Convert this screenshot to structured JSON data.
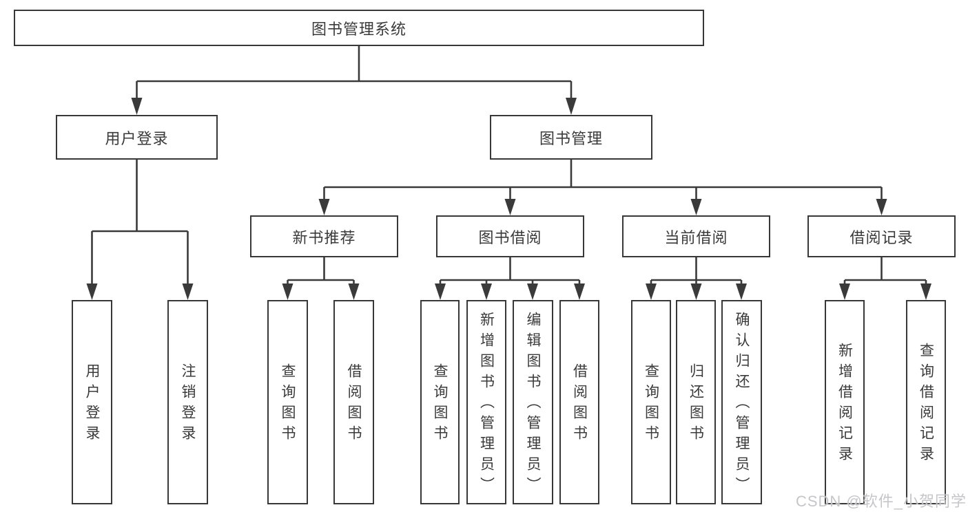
{
  "diagram": {
    "title": "图书管理系统",
    "colors": {
      "background": "#ffffff",
      "line": "#3a3a3a",
      "box_border": "#373737",
      "box_fill": "#ffffff",
      "text": "#3a3a3a",
      "watermark": "#c1c1c4"
    },
    "nodes": {
      "root": "图书管理系统",
      "user_login": "用户登录",
      "book_mgmt": "图书管理",
      "new_book_rec": "新书推荐",
      "book_borrow": "图书借阅",
      "current_borrow": "当前借阅",
      "borrow_records": "借阅记录",
      "leaf_user_login": "用户登录",
      "leaf_logout": "注销登录",
      "leaf_nb_query": "查询图书",
      "leaf_nb_borrow": "借阅图书",
      "leaf_bb_query": "查询图书",
      "leaf_bb_add": "新增图书（管理员）",
      "leaf_bb_edit": "编辑图书（管理员）",
      "leaf_bb_borrow": "借阅图书",
      "leaf_cb_query": "查询图书",
      "leaf_cb_return": "归还图书",
      "leaf_cb_confirm": "确认归还（管理员）",
      "leaf_br_add": "新增借阅记录",
      "leaf_br_query": "查询借阅记录"
    },
    "edges": [
      [
        "root",
        "user_login"
      ],
      [
        "root",
        "book_mgmt"
      ],
      [
        "user_login",
        "leaf_user_login"
      ],
      [
        "user_login",
        "leaf_logout"
      ],
      [
        "book_mgmt",
        "new_book_rec"
      ],
      [
        "book_mgmt",
        "book_borrow"
      ],
      [
        "book_mgmt",
        "current_borrow"
      ],
      [
        "book_mgmt",
        "borrow_records"
      ],
      [
        "new_book_rec",
        "leaf_nb_query"
      ],
      [
        "new_book_rec",
        "leaf_nb_borrow"
      ],
      [
        "book_borrow",
        "leaf_bb_query"
      ],
      [
        "book_borrow",
        "leaf_bb_add"
      ],
      [
        "book_borrow",
        "leaf_bb_edit"
      ],
      [
        "book_borrow",
        "leaf_bb_borrow"
      ],
      [
        "current_borrow",
        "leaf_cb_query"
      ],
      [
        "current_borrow",
        "leaf_cb_return"
      ],
      [
        "current_borrow",
        "leaf_cb_confirm"
      ],
      [
        "borrow_records",
        "leaf_br_add"
      ],
      [
        "borrow_records",
        "leaf_br_query"
      ]
    ],
    "watermark": "CSDN @软件_小贺同学"
  }
}
